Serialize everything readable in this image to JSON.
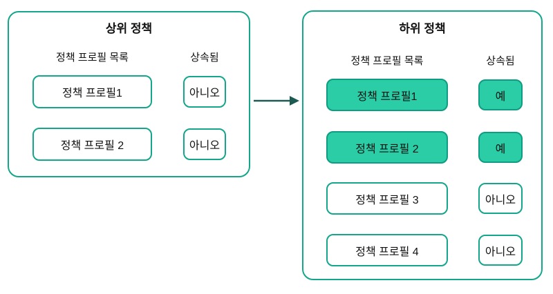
{
  "colors": {
    "teal": "#14a68c",
    "teal_dark": "#0f9c82",
    "green": "#2acda5",
    "arrow": "#1d5a52",
    "text": "#111111",
    "background": "#ffffff"
  },
  "parent_panel": {
    "title": "상위 정책",
    "columns": {
      "profiles": "정책 프로필 목록",
      "inherited": "상속됨"
    },
    "rows": [
      {
        "profile": "정책 프로필1",
        "inherited": "아니오",
        "state": "not-inherited"
      },
      {
        "profile": "정책 프로필 2",
        "inherited": "아니오",
        "state": "not-inherited"
      }
    ]
  },
  "child_panel": {
    "title": "하위 정책",
    "columns": {
      "profiles": "정책 프로필 목록",
      "inherited": "상속됨"
    },
    "rows": [
      {
        "profile": "정책 프로필1",
        "inherited": "예",
        "state": "inherited"
      },
      {
        "profile": "정책 프로필 2",
        "inherited": "예",
        "state": "inherited"
      },
      {
        "profile": "정책 프로필 3",
        "inherited": "아니오",
        "state": "not-inherited"
      },
      {
        "profile": "정책 프로필 4",
        "inherited": "아니오",
        "state": "not-inherited"
      }
    ]
  }
}
